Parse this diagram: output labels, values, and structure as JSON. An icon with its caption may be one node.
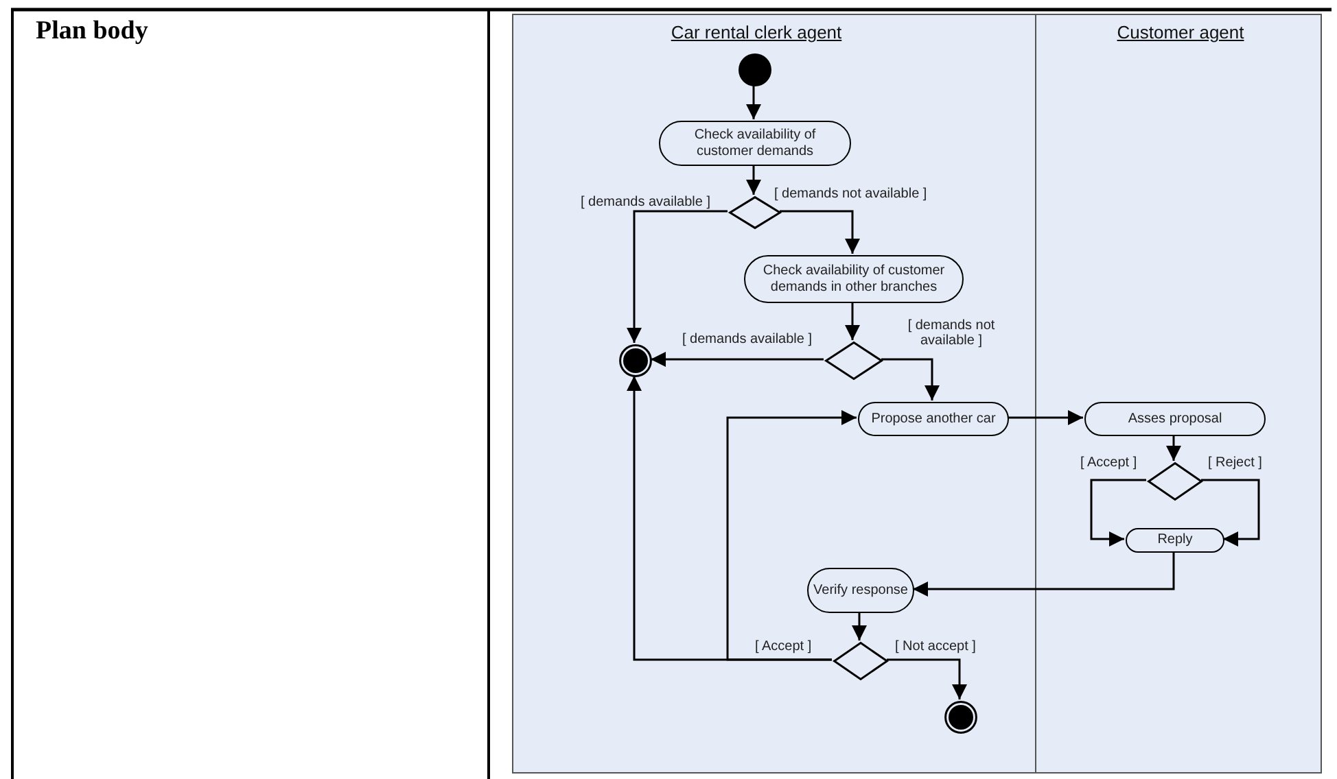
{
  "diagram": {
    "nodes": [
      {
        "text": [
          "Car rental clerk agent"
        ]
      },
      {
        "text": [
          "Customer agent"
        ]
      },
      {
        "text": [],
        "shape": "circle",
        "in": 0
      },
      {
        "text": [
          "Check availability of customer demands"
        ],
        "in": 0
      },
      {
        "text": [],
        "shape": "diamond",
        "in": 0
      },
      {
        "text": [
          "Check availability of customer demands in other branches"
        ],
        "in": 0
      },
      {
        "text": [],
        "shape": "circle",
        "in": 0
      },
      {
        "text": [],
        "shape": "diamond",
        "in": 0
      },
      {
        "text": [
          "Propose another car"
        ],
        "in": 0
      },
      {
        "text": [
          "Asses proposal"
        ],
        "in": 1
      },
      {
        "text": [],
        "shape": "diamond",
        "in": 1
      },
      {
        "text": [
          "Reply"
        ],
        "in": 1
      },
      {
        "text": [
          "Verify response"
        ],
        "in": 0
      },
      {
        "text": [],
        "shape": "diamond",
        "in": 0
      },
      {
        "text": [],
        "shape": "circle",
        "in": 0
      }
    ],
    "edges": [
      {
        "from": 2,
        "to": 3,
        "arrow": "to"
      },
      {
        "from": 3,
        "to": 4,
        "arrow": "to"
      },
      {
        "from": 4,
        "to": 6,
        "arrow": "to",
        "label": "[ demands available ]"
      },
      {
        "from": 4,
        "to": 5,
        "arrow": "to",
        "label": "[ demands not available ]"
      },
      {
        "from": 5,
        "to": 7,
        "arrow": "to"
      },
      {
        "from": 7,
        "to": 6,
        "arrow": "to",
        "label": "[ demands available ]"
      },
      {
        "from": 7,
        "to": 8,
        "arrow": "to",
        "label": "[ demands not available ]"
      },
      {
        "from": 8,
        "to": 9,
        "arrow": "to"
      },
      {
        "from": 9,
        "to": 10,
        "arrow": "to"
      },
      {
        "from": 10,
        "to": 11,
        "arrow": "to",
        "label": "[ Accept ]"
      },
      {
        "from": 10,
        "to": 11,
        "arrow": "to",
        "label": "[ Reject ]"
      },
      {
        "from": 11,
        "to": 12,
        "arrow": "to"
      },
      {
        "from": 12,
        "to": 13,
        "arrow": "to"
      },
      {
        "from": 13,
        "to": 8,
        "arrow": "to",
        "label": "[ Accept ]"
      },
      {
        "from": 13,
        "to": 6,
        "arrow": "to"
      },
      {
        "from": 13,
        "to": 14,
        "arrow": "to",
        "label": "[ Not accept ]"
      }
    ],
    "labels": [
      "Plan body"
    ]
  }
}
